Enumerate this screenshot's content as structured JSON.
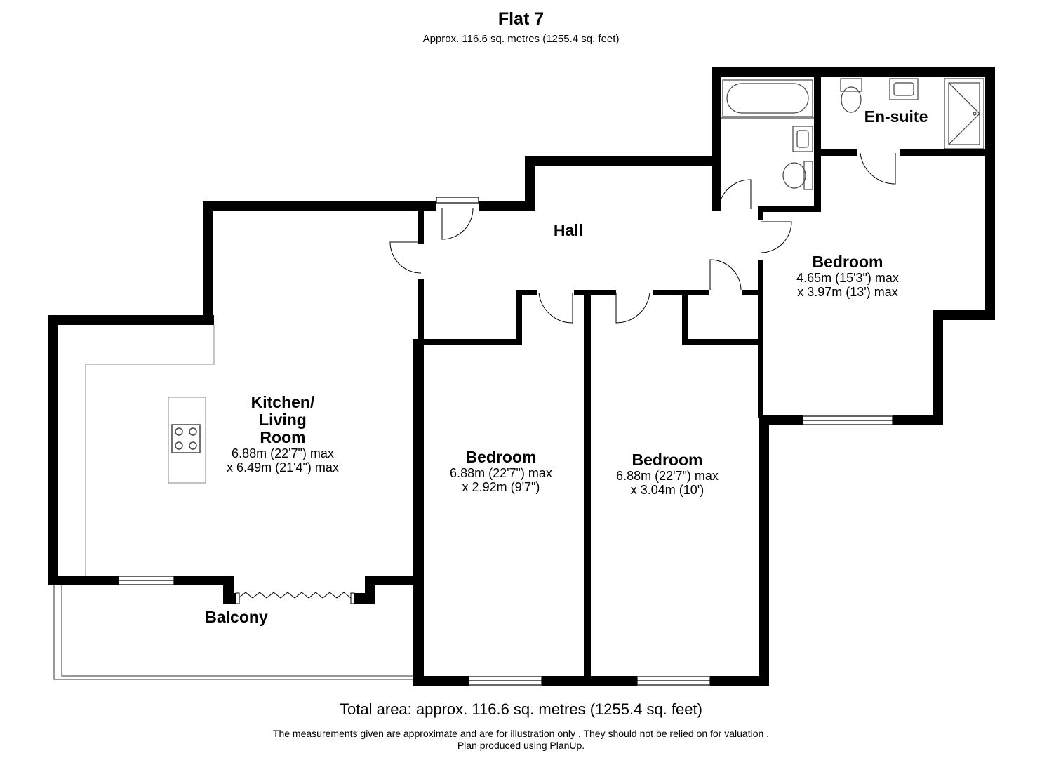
{
  "header": {
    "title": "Flat 7",
    "subtitle": "Approx. 116.6 sq. metres (1255.4 sq. feet)"
  },
  "rooms": {
    "kitchen": {
      "name_lines": [
        "Kitchen/",
        "Living",
        "Room"
      ],
      "dims": [
        "6.88m (22'7\") max",
        "x 6.49m (21'4\") max"
      ]
    },
    "hall": {
      "name": "Hall"
    },
    "bedroom_left": {
      "name": "Bedroom",
      "dims": [
        "6.88m (22'7\") max",
        "x 2.92m (9'7\")"
      ]
    },
    "bedroom_middle": {
      "name": "Bedroom",
      "dims": [
        "6.88m (22'7\") max",
        "x 3.04m (10')"
      ]
    },
    "bedroom_right": {
      "name": "Bedroom",
      "dims": [
        "4.65m (15'3\") max",
        "x 3.97m (13') max"
      ]
    },
    "ensuite": {
      "name": "En-suite"
    },
    "balcony": {
      "name": "Balcony"
    }
  },
  "footer": {
    "total": "Total area: approx. 116.6 sq. metres (1255.4 sq. feet)",
    "disclaimer": "The measurements given are approximate and are for illustration only . They should not be relied on for valuation  .",
    "produced": "Plan produced using PlanUp."
  },
  "colors": {
    "wall": "#000000",
    "fixture": "#555555",
    "background": "#ffffff"
  }
}
